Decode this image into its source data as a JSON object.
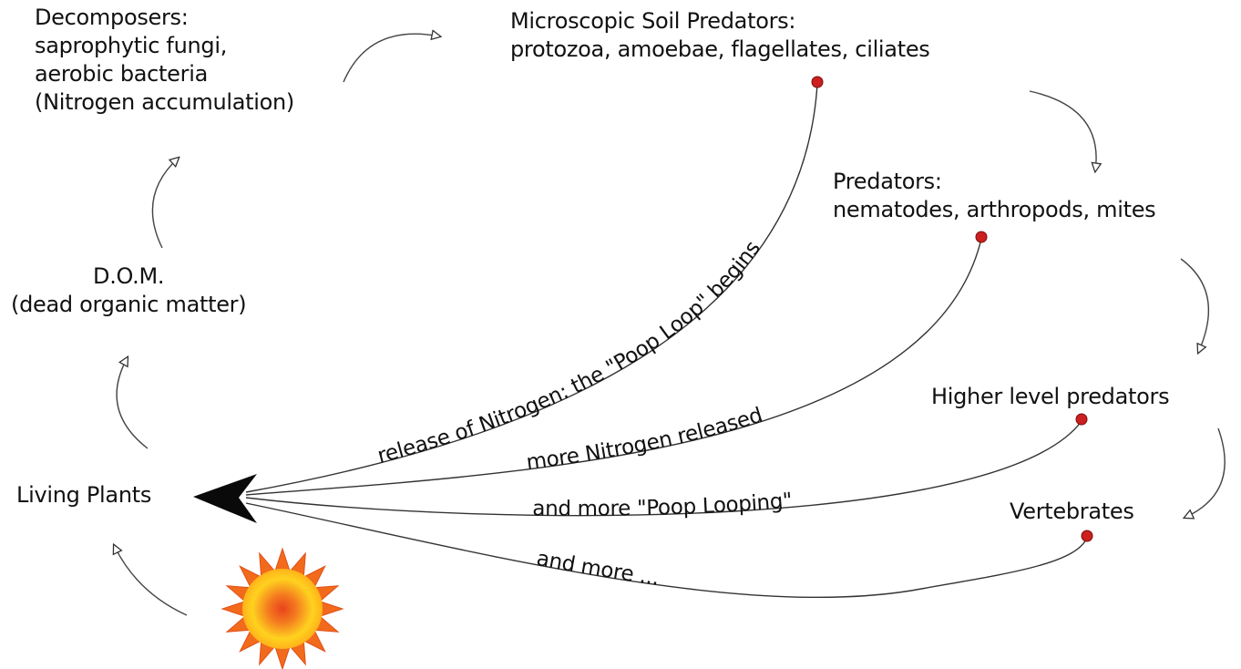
{
  "nodes": {
    "decomposers": {
      "title": "Decomposers:",
      "line2": "saprophytic fungi,",
      "line3": "aerobic bacteria",
      "line4": "(Nitrogen accumulation)"
    },
    "micro_predators": {
      "title": "Microscopic Soil Predators:",
      "line2": "protozoa, amoebae, flagellates,  ciliates"
    },
    "predators": {
      "title": "Predators:",
      "line2": "nematodes, arthropods, mites"
    },
    "higher_predators": {
      "title": "Higher level predators"
    },
    "vertebrates": {
      "title": "Vertebrates"
    },
    "dom": {
      "title": "D.O.M.",
      "line2": "(dead organic matter)"
    },
    "living_plants": {
      "title": "Living Plants"
    }
  },
  "flows": {
    "release": "release of Nitrogen: the \"Poop Loop\" begins",
    "more_released": "more Nitrogen released",
    "more_looping": "and more \"Poop Looping\"",
    "and_more": "and more ..."
  },
  "colors": {
    "ink": "#111111",
    "dot": "#cc1f1f",
    "sun_outer": "#f26a1b",
    "sun_inner": "#ffd21f"
  }
}
